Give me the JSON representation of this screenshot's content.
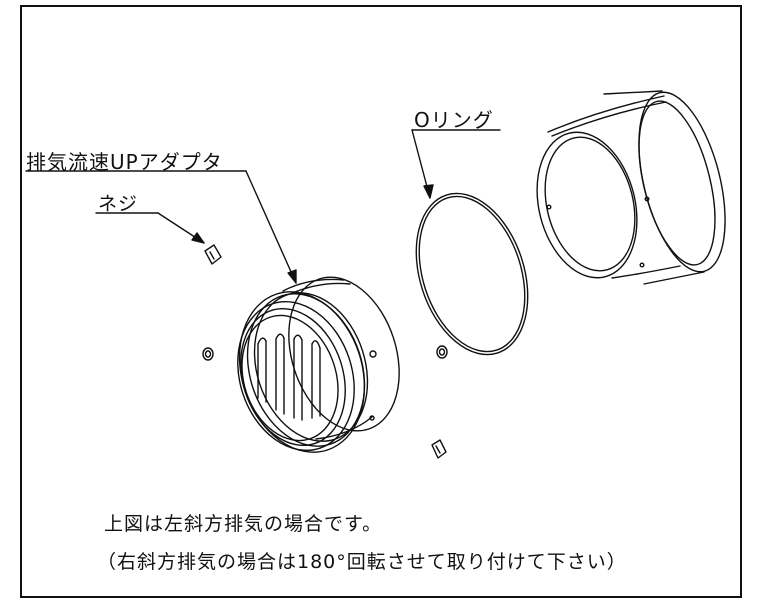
{
  "labels": {
    "oring": "Oリング",
    "adapter": "排気流速UPアダプタ",
    "screw": "ネジ"
  },
  "notes": {
    "line1": "上図は左斜方排気の場合です。",
    "line2": "（右斜方排気の場合は180°回転させて取り付けて下さい）"
  }
}
